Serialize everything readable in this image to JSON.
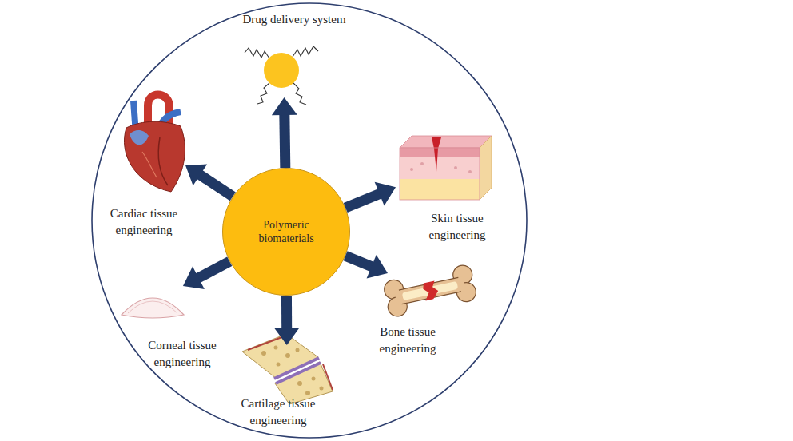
{
  "diagram": {
    "nodes": [
      {
        "text": [
          "Polymeric biomaterials"
        ]
      },
      {
        "text": [
          "Drug delivery system"
        ]
      },
      {
        "text": [
          "Skin tissue engineering"
        ]
      },
      {
        "text": [
          "Bone tissue engineering"
        ]
      },
      {
        "text": [
          "Cartilage tissue engineering"
        ]
      },
      {
        "text": [
          "Corneal tissue engineering"
        ]
      },
      {
        "text": [
          "Cardiac tissue engineering"
        ]
      }
    ],
    "edges": [
      {
        "from": 0,
        "to": 1,
        "arrow": "to"
      },
      {
        "from": 0,
        "to": 2,
        "arrow": "to"
      },
      {
        "from": 0,
        "to": 3,
        "arrow": "to"
      },
      {
        "from": 0,
        "to": 4,
        "arrow": "to"
      },
      {
        "from": 0,
        "to": 5,
        "arrow": "to"
      },
      {
        "from": 0,
        "to": 6,
        "arrow": "to"
      }
    ]
  }
}
